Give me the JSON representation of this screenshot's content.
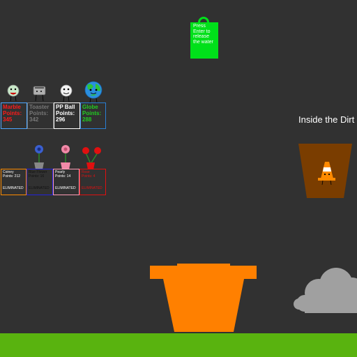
{
  "water_bag": {
    "text": "Press Enter to release the water"
  },
  "dirt_pot": {
    "label": "Inside the Dirt"
  },
  "contestants": [
    {
      "name": "Marble",
      "points_label": "Points:",
      "points": "345",
      "color": "#ff1a1a",
      "border": "#4da6ff"
    },
    {
      "name": "Toaster",
      "points_label": "Points:",
      "points": "342",
      "color": "#777777",
      "border": "#777777"
    },
    {
      "name": "PP Ball",
      "points_label": "Points:",
      "points": "296",
      "color": "#ffffff",
      "border": "#ffffff"
    },
    {
      "name": "Globe",
      "points_label": "Points:",
      "points": "288",
      "color": "#22cc22",
      "border": "#2a7fd4"
    }
  ],
  "eliminated": [
    {
      "name": "Coiney",
      "points": "Points: 212",
      "status": "ELIMINATED",
      "color": "#ffffff",
      "border": "#ff8c00"
    },
    {
      "name": "Blue Flower",
      "points": "Points: 16",
      "status": "ELIMINATED",
      "color": "#ffffff",
      "border": "#2222dd"
    },
    {
      "name": "Pearly",
      "points": "Points: 14",
      "status": "ELIMINATED",
      "color": "#ffffff",
      "border": "#ff9eb8"
    },
    {
      "name": "Rose",
      "points": "Points: 4",
      "status": "ELIMINATED",
      "color": "#e01010",
      "border": "#e01010"
    }
  ],
  "colors": {
    "background": "#313131",
    "ground": "#59b30f",
    "big_pot": "#ff8000",
    "dirt_pot": "#7a3d00",
    "water_bag": "#00e01a",
    "cloud": "#a0a0a0"
  }
}
